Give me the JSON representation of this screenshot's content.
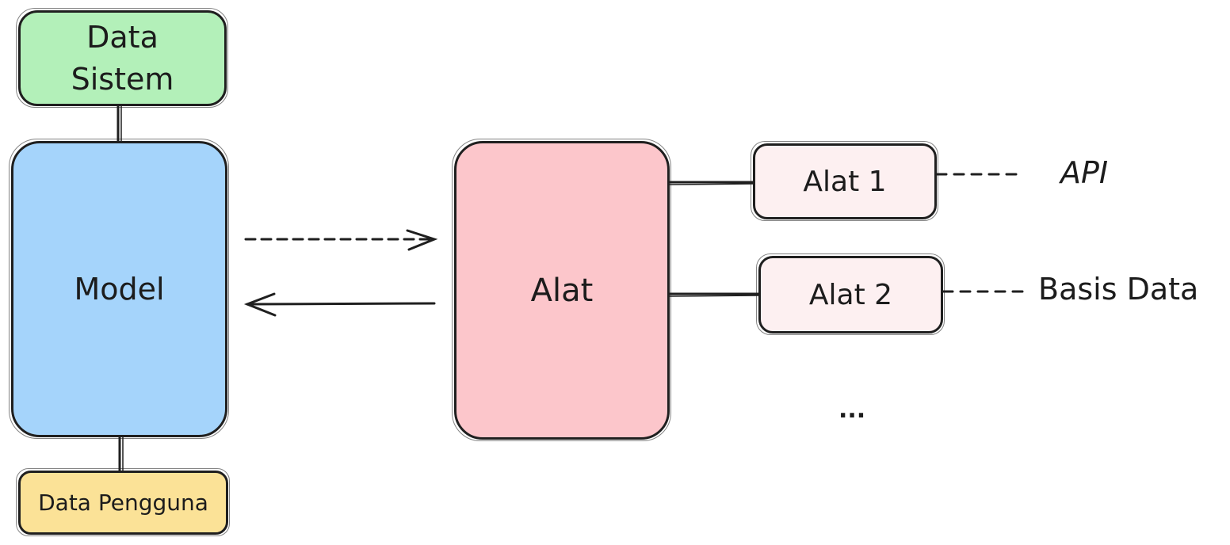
{
  "diagram": {
    "nodes": {
      "data_sistem": {
        "line1": "Data",
        "line2": "Sistem",
        "fill": "#b3f0b9"
      },
      "model": {
        "label": "Model",
        "fill": "#a5d4fb"
      },
      "data_pengguna": {
        "label": "Data Pengguna",
        "fill": "#fbe297"
      },
      "alat": {
        "label": "Alat",
        "fill": "#fcc6cb"
      },
      "alat_1": {
        "label": "Alat 1",
        "fill": "#fdf0f1"
      },
      "alat_2": {
        "label": "Alat 2",
        "fill": "#fdf0f1"
      }
    },
    "labels": {
      "api": "API",
      "basis_data": "Basis Data",
      "ellipsis": "..."
    },
    "stroke": "#1f1f1f"
  }
}
